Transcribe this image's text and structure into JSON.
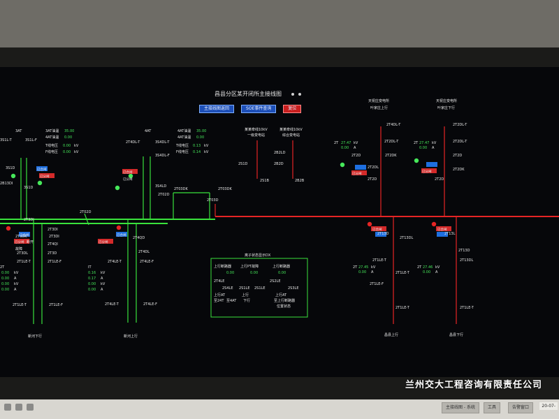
{
  "screen": {
    "title": "昌县分区某开闭所主接线图",
    "buttons": [
      "主接线图返回",
      "SOE事件查询",
      "复位"
    ],
    "watermark": "兰州交大工程咨询有限责任公司"
  },
  "taskbar": {
    "buttons": [
      "主接线图 - 系统",
      "工具",
      "告警窗口"
    ],
    "clock": "20-07-"
  },
  "labels": {
    "feeder_tl_top": "3AT",
    "p1_title": "3AT油温",
    "p1_v1": "35.00",
    "p1_t2": "4AT油温",
    "p1_v2": "0.00",
    "p1_t3": "T线电压",
    "p1_v3": "0.00",
    "p1_u3": "kV",
    "p1_t4": "F线电压",
    "p1_v4": "0.00",
    "p1_u4": "kV",
    "sw_l1": "3S1L-T",
    "sw_l2": "3S1L-F",
    "sw_l3": "3S1D",
    "sw_l4": "2B13DI",
    "sw_l5": "3S1D",
    "sw_l6": "2T3DI",
    "sw_l7": "2T3DI",
    "sw_l8": "2T4QI",
    "p2_title": "4AT",
    "p2_t1": "4AT油温",
    "p2_v1": "35.00",
    "p2_t2": "4AT油温",
    "p2_v2": "0.00",
    "p2_t3": "T线电压",
    "p2_v3": "0.13",
    "p2_u3": "kV",
    "p2_t4": "F线电压",
    "p2_v4": "0.14",
    "p2_u4": "kV",
    "sw_m1": "2T4DL-T",
    "sw_m2": "3S4DL-T",
    "sw_m3": "3S4DL-F",
    "sw_m4": "3S4LD",
    "sw_m5": "2T03DK",
    "sw_m6": "2T02D",
    "sw_m7": "2T03D",
    "sw_m8": "2T03DK",
    "bus_bc": "2T02D",
    "c1_t": "某某牵线10kV",
    "c1_t2": "一级变电站",
    "c1_s1": "2S1D",
    "c1_s2": "2S1B",
    "c2_t": "某某牵线10kV",
    "c2_t2": "综合变电站",
    "c2_s1": "2B2LD",
    "c2_s2": "2B2D",
    "c2_s3": "2B2B",
    "rt_t1": "天祝庄变电所",
    "rt_t2": "叶家庄上行",
    "rt_t3": "天祝庄变电所",
    "rt_t4": "叶家庄下行",
    "rt_s1": "2T4DL-T",
    "rt_s2": "2T2DL-T",
    "rt_s3": "2T2DL-T",
    "rt_s4": "2T2DL-T",
    "rt_s5": "2T2D",
    "rt_s6": "2T2DK",
    "rt_s7": "2T2DL",
    "rt_s8": "2T2D",
    "rt_s9": "2T2DK",
    "rt_v1": "2T",
    "rt_v2": "27.47",
    "rt_v3": "kV",
    "rt_v4": "0.00",
    "rt_v5": "A",
    "rt_v6": "2T",
    "rt_v7": "27.47",
    "rt_v8": "kV",
    "rt_v9": "0.00",
    "rt_v10": "A",
    "rt_ind1": "2T2D",
    "rt_ind2": "2T2D",
    "low_l1": "2T3DK",
    "low_l2": "2T3DI",
    "low_l3": "2T3DL",
    "low_l4": "2T3D",
    "low_l5": "2T1LE-T",
    "low_l6": "2T1LE-F",
    "low_l7": "2T1LE-T",
    "low_l8": "2T1LE-F",
    "low_v1": "2T",
    "low_v2": "0.00",
    "low_v3": "kV",
    "low_v4": "0.00",
    "low_v5": "A",
    "low_v6": "0.00",
    "low_v7": "kV",
    "low_v8": "0.00",
    "low_v9": "A",
    "low_b1": "断开",
    "low_b2": "故障",
    "bot_l": "新河下行",
    "bot_m": "新河上行",
    "mid_l1": "2T4QD",
    "mid_l2": "2T4DL",
    "mid_l3": "2T4LE-T",
    "mid_l4": "2T4LE-F",
    "mid_l5": "2T4LE-T",
    "mid_l6": "2T4LE-F",
    "mid_v1": "IT",
    "mid_v2": "0.16",
    "mid_v3": "kV",
    "mid_v4": "0.17",
    "mid_v5": "A",
    "mid_v6": "0.00",
    "mid_v7": "kV",
    "mid_v8": "0.00",
    "mid_v9": "A",
    "box_title": "离子状态显示DX",
    "box_r1a": "上行断路器",
    "box_r1b": "上行PT故障",
    "box_r1c": "上行断路器",
    "box_v1": "0.00",
    "box_v2": "0.00",
    "box_v3": "0.00",
    "box_s1": "2T4LE",
    "box_s2": "2S4LE",
    "box_s3": "2S1LE",
    "box_s4": "2S1LE",
    "box_s5": "2S2LE",
    "box_s6": "2S3LE",
    "box_r2a": "上行AT",
    "box_r2b": "上行",
    "box_r2c": "上行AT",
    "box_r3a": "至24T",
    "box_r3b": "至4AT",
    "box_r3c": "下行",
    "box_r3d": "至上行断路器",
    "box_r3e": "位置状态",
    "right_l1": "2T13D",
    "right_l2": "2T13DL",
    "right_l3": "2T1LE-T",
    "right_l4": "2T1LE-T",
    "right_l5": "2T1LE-F",
    "right_l6": "2T1LE-T",
    "right_l7": "2T13L",
    "right_l8": "2T13D",
    "right_l9": "2T13DL",
    "right_l10": "2T1LE-T",
    "right_v1": "2T",
    "right_v2": "27.45",
    "right_v3": "kV",
    "right_v4": "0.00",
    "right_v5": "A",
    "right_v6": "2T",
    "right_v7": "27.46",
    "right_v8": "kV",
    "right_v9": "0.00",
    "right_v10": "A",
    "right_bot_l": "昌县上行",
    "right_bot_r": "昌县下行",
    "right_b1": "已分闸",
    "right_b2": "已分闸",
    "right_b3": "已合闸",
    "right_b4": "已合闸",
    "left_b1": "已合闸",
    "left_b2": "已合闸",
    "left_b3": "已分闸",
    "left_b4": "已分闸",
    "mid_b1": "已合闸",
    "mid_b2": "已分闸",
    "mid_b3": "已合闸",
    "mid_b4": "已分闸"
  },
  "colors": {
    "green_bus": "#39e23c",
    "red_bus": "#e52424",
    "text": "#e8e8e8",
    "value_green": "#46e85a",
    "badge_blue": "#1e6fe0",
    "badge_red": "#d42a2a"
  }
}
